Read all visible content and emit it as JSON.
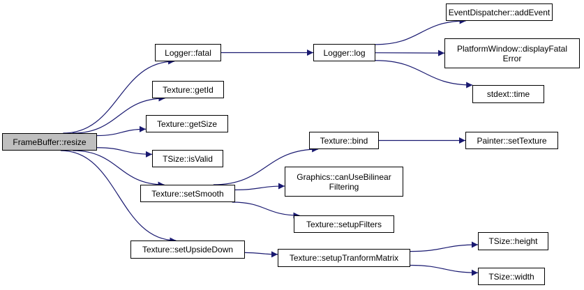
{
  "graph": {
    "edge_color": "#191970",
    "root_fill": "#bfbfbf",
    "node_fill": "#ffffff",
    "nodes": {
      "framebuffer_resize": "FrameBuffer::resize",
      "logger_fatal": "Logger::fatal",
      "texture_getid": "Texture::getId",
      "texture_getsize": "Texture::getSize",
      "tsize_isvalid": "TSize::isValid",
      "texture_setsmooth": "Texture::setSmooth",
      "texture_setupsidedown": "Texture::setUpsideDown",
      "logger_log": "Logger::log",
      "eventdispatcher_addevent": "EventDispatcher::addEvent",
      "platformwindow_displayfatalerror": "PlatformWindow::displayFatal\nError",
      "stdext_time": "stdext::time",
      "texture_bind": "Texture::bind",
      "painter_settexture": "Painter::setTexture",
      "graphics_canusebilinearfiltering": "Graphics::canUseBilinear\nFiltering",
      "texture_setupfilters": "Texture::setupFilters",
      "texture_setuptranformmatrix": "Texture::setupTranformMatrix",
      "tsize_height": "TSize::height",
      "tsize_width": "TSize::width"
    },
    "edges": [
      [
        "framebuffer_resize",
        "logger_fatal"
      ],
      [
        "framebuffer_resize",
        "texture_getid"
      ],
      [
        "framebuffer_resize",
        "texture_getsize"
      ],
      [
        "framebuffer_resize",
        "tsize_isvalid"
      ],
      [
        "framebuffer_resize",
        "texture_setsmooth"
      ],
      [
        "framebuffer_resize",
        "texture_setupsidedown"
      ],
      [
        "logger_fatal",
        "logger_log"
      ],
      [
        "logger_log",
        "eventdispatcher_addevent"
      ],
      [
        "logger_log",
        "platformwindow_displayfatalerror"
      ],
      [
        "logger_log",
        "stdext_time"
      ],
      [
        "texture_setsmooth",
        "texture_bind"
      ],
      [
        "texture_setsmooth",
        "graphics_canusebilinearfiltering"
      ],
      [
        "texture_setsmooth",
        "texture_setupfilters"
      ],
      [
        "texture_bind",
        "painter_settexture"
      ],
      [
        "texture_setupsidedown",
        "texture_setuptranformmatrix"
      ],
      [
        "texture_setuptranformmatrix",
        "tsize_height"
      ],
      [
        "texture_setuptranformmatrix",
        "tsize_width"
      ]
    ]
  }
}
